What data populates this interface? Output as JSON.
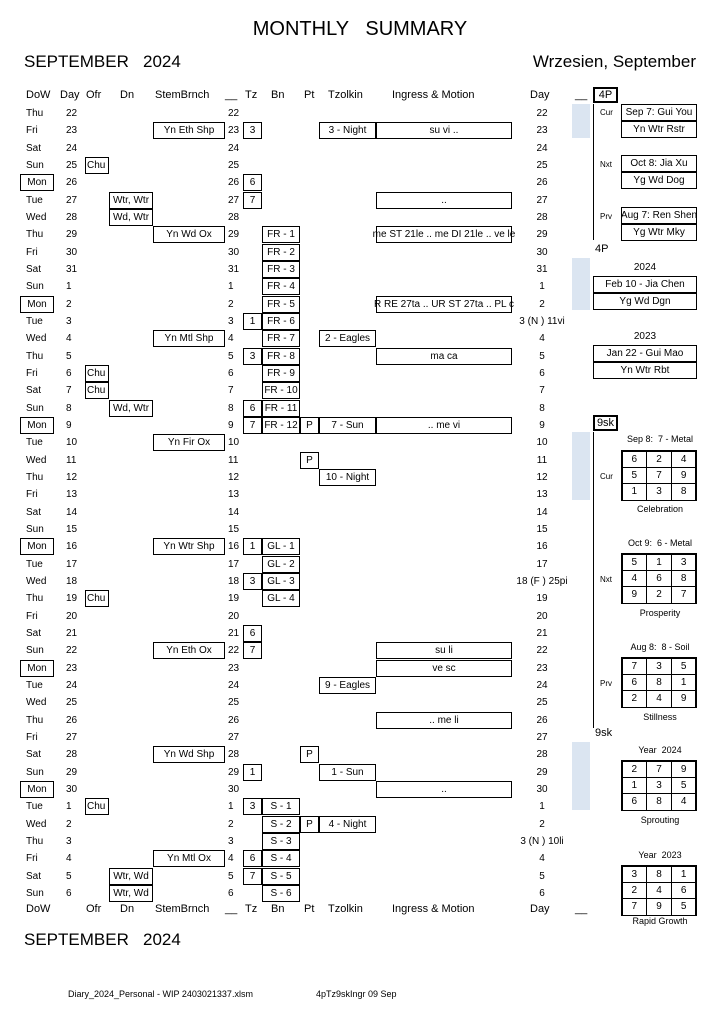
{
  "title": "MONTHLY   SUMMARY",
  "month": "SEPTEMBER   2024",
  "month_local": "Wrzesien, September",
  "headers": {
    "dow": "DoW",
    "day": "Day",
    "ofr": "Ofr",
    "dn": "Dn",
    "stem": "StemBrnch",
    "gap": "__",
    "tz": "Tz",
    "bn": "Bn",
    "pt": "Pt",
    "tzolkin": "Tzolkin",
    "ingress": "Ingress & Motion",
    "day2": "Day",
    "gap2": "__"
  },
  "footer_headers": {
    "dow": "DoW",
    "ofr": "Ofr",
    "dn": "Dn",
    "stem": "StemBrnch",
    "gap": "__",
    "tz": "Tz",
    "bn": "Bn",
    "pt": "Pt",
    "tzolkin": "Tzolkin",
    "ingress": "Ingress & Motion",
    "day2": "Day",
    "gap2": "__"
  },
  "footer_month": "SEPTEMBER   2024",
  "file_name": "Diary_2024_Personal - WIP 2403021337.xlsm",
  "sheet_code": "4pTz9skIngr 09 Sep",
  "rows": [
    {
      "dow": "Thu",
      "day": "22",
      "ofr": "",
      "dn": "",
      "stem": "",
      "col2": "22",
      "tz": "",
      "bn": "",
      "pt": "",
      "tzolkin": "",
      "ingress": "",
      "day2": "22"
    },
    {
      "dow": "Fri",
      "day": "23",
      "ofr": "",
      "dn": "",
      "stem": "Yn Eth Shp",
      "col2": "23",
      "tz": "3",
      "bn": "",
      "pt": "",
      "tzolkin": "3 - Night",
      "ingress": "su vi ..",
      "day2": "23"
    },
    {
      "dow": "Sat",
      "day": "24",
      "ofr": "",
      "dn": "",
      "stem": "",
      "col2": "24",
      "tz": "",
      "bn": "",
      "pt": "",
      "tzolkin": "",
      "ingress": "",
      "day2": "24"
    },
    {
      "dow": "Sun",
      "day": "25",
      "ofr": "Chu",
      "dn": "",
      "stem": "",
      "col2": "25",
      "tz": "",
      "bn": "",
      "pt": "",
      "tzolkin": "",
      "ingress": "",
      "day2": "25"
    },
    {
      "dow": "Mon",
      "day": "26",
      "ofr": "",
      "dn": "",
      "stem": "",
      "col2": "26",
      "tz": "6",
      "bn": "",
      "pt": "",
      "tzolkin": "",
      "ingress": "",
      "day2": "26"
    },
    {
      "dow": "Tue",
      "day": "27",
      "ofr": "",
      "dn": "Wtr, Wtr",
      "stem": "",
      "col2": "27",
      "tz": "7",
      "bn": "",
      "pt": "",
      "tzolkin": "",
      "ingress": "..",
      "day2": "27"
    },
    {
      "dow": "Wed",
      "day": "28",
      "ofr": "",
      "dn": "Wd, Wtr",
      "stem": "",
      "col2": "28",
      "tz": "",
      "bn": "",
      "pt": "",
      "tzolkin": "",
      "ingress": "",
      "day2": "28"
    },
    {
      "dow": "Thu",
      "day": "29",
      "ofr": "",
      "dn": "",
      "stem": "Yn Wd Ox",
      "col2": "29",
      "tz": "",
      "bn": "FR - 1",
      "pt": "",
      "tzolkin": "",
      "ingress": "me ST 21le .. me DI 21le .. ve le",
      "day2": "29"
    },
    {
      "dow": "Fri",
      "day": "30",
      "ofr": "",
      "dn": "",
      "stem": "",
      "col2": "30",
      "tz": "",
      "bn": "FR - 2",
      "pt": "",
      "tzolkin": "",
      "ingress": "",
      "day2": "30"
    },
    {
      "dow": "Sat",
      "day": "31",
      "ofr": "",
      "dn": "",
      "stem": "",
      "col2": "31",
      "tz": "",
      "bn": "FR - 3",
      "pt": "",
      "tzolkin": "",
      "ingress": "",
      "day2": "31"
    },
    {
      "dow": "Sun",
      "day": "1",
      "ofr": "",
      "dn": "",
      "stem": "",
      "col2": "1",
      "tz": "",
      "bn": "FR - 4",
      "pt": "",
      "tzolkin": "",
      "ingress": "",
      "day2": "1"
    },
    {
      "dow": "Mon",
      "day": "2",
      "ofr": "",
      "dn": "",
      "stem": "",
      "col2": "2",
      "tz": "",
      "bn": "FR - 5",
      "pt": "",
      "tzolkin": "",
      "ingress": "R RE 27ta .. UR ST 27ta .. PL c",
      "day2": "2"
    },
    {
      "dow": "Tue",
      "day": "3",
      "ofr": "",
      "dn": "",
      "stem": "",
      "col2": "3",
      "tz": "1",
      "bn": "FR - 6",
      "pt": "",
      "tzolkin": "",
      "ingress": "",
      "day2": "3 (N ) 11vi"
    },
    {
      "dow": "Wed",
      "day": "4",
      "ofr": "",
      "dn": "",
      "stem": "Yn Mtl Shp",
      "col2": "4",
      "tz": "",
      "bn": "FR - 7",
      "pt": "",
      "tzolkin": "2 - Eagles",
      "ingress": "",
      "day2": "4"
    },
    {
      "dow": "Thu",
      "day": "5",
      "ofr": "",
      "dn": "",
      "stem": "",
      "col2": "5",
      "tz": "3",
      "bn": "FR - 8",
      "pt": "",
      "tzolkin": "",
      "ingress": "ma ca",
      "day2": "5"
    },
    {
      "dow": "Fri",
      "day": "6",
      "ofr": "Chu",
      "dn": "",
      "stem": "",
      "col2": "6",
      "tz": "",
      "bn": "FR - 9",
      "pt": "",
      "tzolkin": "",
      "ingress": "",
      "day2": "6"
    },
    {
      "dow": "Sat",
      "day": "7",
      "ofr": "Chu",
      "dn": "",
      "stem": "",
      "col2": "7",
      "tz": "",
      "bn": "FR - 10",
      "pt": "",
      "tzolkin": "",
      "ingress": "",
      "day2": "7"
    },
    {
      "dow": "Sun",
      "day": "8",
      "ofr": "",
      "dn": "Wd, Wtr",
      "stem": "",
      "col2": "8",
      "tz": "6",
      "bn": "FR - 11",
      "pt": "",
      "tzolkin": "",
      "ingress": "",
      "day2": "8"
    },
    {
      "dow": "Mon",
      "day": "9",
      "ofr": "",
      "dn": "",
      "stem": "",
      "col2": "9",
      "tz": "7",
      "bn": "FR - 12",
      "pt": "P",
      "tzolkin": "7 - Sun",
      "ingress": ".. me vi",
      "day2": "9"
    },
    {
      "dow": "Tue",
      "day": "10",
      "ofr": "",
      "dn": "",
      "stem": "Yn Fir Ox",
      "col2": "10",
      "tz": "",
      "bn": "",
      "pt": "",
      "tzolkin": "",
      "ingress": "",
      "day2": "10"
    },
    {
      "dow": "Wed",
      "day": "11",
      "ofr": "",
      "dn": "",
      "stem": "",
      "col2": "11",
      "tz": "",
      "bn": "",
      "pt": "P",
      "tzolkin": "",
      "ingress": "",
      "day2": "11"
    },
    {
      "dow": "Thu",
      "day": "12",
      "ofr": "",
      "dn": "",
      "stem": "",
      "col2": "12",
      "tz": "",
      "bn": "",
      "pt": "",
      "tzolkin": "10 - Night",
      "ingress": "",
      "day2": "12"
    },
    {
      "dow": "Fri",
      "day": "13",
      "ofr": "",
      "dn": "",
      "stem": "",
      "col2": "13",
      "tz": "",
      "bn": "",
      "pt": "",
      "tzolkin": "",
      "ingress": "",
      "day2": "13"
    },
    {
      "dow": "Sat",
      "day": "14",
      "ofr": "",
      "dn": "",
      "stem": "",
      "col2": "14",
      "tz": "",
      "bn": "",
      "pt": "",
      "tzolkin": "",
      "ingress": "",
      "day2": "14"
    },
    {
      "dow": "Sun",
      "day": "15",
      "ofr": "",
      "dn": "",
      "stem": "",
      "col2": "15",
      "tz": "",
      "bn": "",
      "pt": "",
      "tzolkin": "",
      "ingress": "",
      "day2": "15"
    },
    {
      "dow": "Mon",
      "day": "16",
      "ofr": "",
      "dn": "",
      "stem": "Yn Wtr Shp",
      "col2": "16",
      "tz": "1",
      "bn": "GL - 1",
      "pt": "",
      "tzolkin": "",
      "ingress": "",
      "day2": "16"
    },
    {
      "dow": "Tue",
      "day": "17",
      "ofr": "",
      "dn": "",
      "stem": "",
      "col2": "17",
      "tz": "",
      "bn": "GL - 2",
      "pt": "",
      "tzolkin": "",
      "ingress": "",
      "day2": "17"
    },
    {
      "dow": "Wed",
      "day": "18",
      "ofr": "",
      "dn": "",
      "stem": "",
      "col2": "18",
      "tz": "3",
      "bn": "GL - 3",
      "pt": "",
      "tzolkin": "",
      "ingress": "",
      "day2": "18 (F ) 25pi"
    },
    {
      "dow": "Thu",
      "day": "19",
      "ofr": "Chu",
      "dn": "",
      "stem": "",
      "col2": "19",
      "tz": "",
      "bn": "GL - 4",
      "pt": "",
      "tzolkin": "",
      "ingress": "",
      "day2": "19"
    },
    {
      "dow": "Fri",
      "day": "20",
      "ofr": "",
      "dn": "",
      "stem": "",
      "col2": "20",
      "tz": "",
      "bn": "",
      "pt": "",
      "tzolkin": "",
      "ingress": "",
      "day2": "20"
    },
    {
      "dow": "Sat",
      "day": "21",
      "ofr": "",
      "dn": "",
      "stem": "",
      "col2": "21",
      "tz": "6",
      "bn": "",
      "pt": "",
      "tzolkin": "",
      "ingress": "",
      "day2": "21"
    },
    {
      "dow": "Sun",
      "day": "22",
      "ofr": "",
      "dn": "",
      "stem": "Yn Eth Ox",
      "col2": "22",
      "tz": "7",
      "bn": "",
      "pt": "",
      "tzolkin": "",
      "ingress": "su li",
      "day2": "22"
    },
    {
      "dow": "Mon",
      "day": "23",
      "ofr": "",
      "dn": "",
      "stem": "",
      "col2": "23",
      "tz": "",
      "bn": "",
      "pt": "",
      "tzolkin": "",
      "ingress": "ve sc",
      "day2": "23"
    },
    {
      "dow": "Tue",
      "day": "24",
      "ofr": "",
      "dn": "",
      "stem": "",
      "col2": "24",
      "tz": "",
      "bn": "",
      "pt": "",
      "tzolkin": "9 - Eagles",
      "ingress": "",
      "day2": "24"
    },
    {
      "dow": "Wed",
      "day": "25",
      "ofr": "",
      "dn": "",
      "stem": "",
      "col2": "25",
      "tz": "",
      "bn": "",
      "pt": "",
      "tzolkin": "",
      "ingress": "",
      "day2": "25"
    },
    {
      "dow": "Thu",
      "day": "26",
      "ofr": "",
      "dn": "",
      "stem": "",
      "col2": "26",
      "tz": "",
      "bn": "",
      "pt": "",
      "tzolkin": "",
      "ingress": ".. me li",
      "day2": "26"
    },
    {
      "dow": "Fri",
      "day": "27",
      "ofr": "",
      "dn": "",
      "stem": "",
      "col2": "27",
      "tz": "",
      "bn": "",
      "pt": "",
      "tzolkin": "",
      "ingress": "",
      "day2": "27"
    },
    {
      "dow": "Sat",
      "day": "28",
      "ofr": "",
      "dn": "",
      "stem": "Yn Wd Shp",
      "col2": "28",
      "tz": "",
      "bn": "",
      "pt": "P",
      "tzolkin": "",
      "ingress": "",
      "day2": "28"
    },
    {
      "dow": "Sun",
      "day": "29",
      "ofr": "",
      "dn": "",
      "stem": "",
      "col2": "29",
      "tz": "1",
      "bn": "",
      "pt": "",
      "tzolkin": "1 - Sun",
      "ingress": "",
      "day2": "29"
    },
    {
      "dow": "Mon",
      "day": "30",
      "ofr": "",
      "dn": "",
      "stem": "",
      "col2": "30",
      "tz": "",
      "bn": "",
      "pt": "",
      "tzolkin": "",
      "ingress": "..",
      "day2": "30"
    },
    {
      "dow": "Tue",
      "day": "1",
      "ofr": "Chu",
      "dn": "",
      "stem": "",
      "col2": "1",
      "tz": "3",
      "bn": "S - 1",
      "pt": "",
      "tzolkin": "",
      "ingress": "",
      "day2": "1"
    },
    {
      "dow": "Wed",
      "day": "2",
      "ofr": "",
      "dn": "",
      "stem": "",
      "col2": "2",
      "tz": "",
      "bn": "S - 2",
      "pt": "P",
      "tzolkin": "4 - Night",
      "ingress": "",
      "day2": "2"
    },
    {
      "dow": "Thu",
      "day": "3",
      "ofr": "",
      "dn": "",
      "stem": "",
      "col2": "3",
      "tz": "",
      "bn": "S - 3",
      "pt": "",
      "tzolkin": "",
      "ingress": "",
      "day2": "3 (N ) 10li"
    },
    {
      "dow": "Fri",
      "day": "4",
      "ofr": "",
      "dn": "",
      "stem": "Yn Mtl Ox",
      "col2": "4",
      "tz": "6",
      "bn": "S - 4",
      "pt": "",
      "tzolkin": "",
      "ingress": "",
      "day2": "4"
    },
    {
      "dow": "Sat",
      "day": "5",
      "ofr": "",
      "dn": "Wtr, Wd",
      "stem": "",
      "col2": "5",
      "tz": "7",
      "bn": "S - 5",
      "pt": "",
      "tzolkin": "",
      "ingress": "",
      "day2": "5"
    },
    {
      "dow": "Sun",
      "day": "6",
      "ofr": "",
      "dn": "Wtr, Wd",
      "stem": "",
      "col2": "6",
      "tz": "",
      "bn": "S - 6",
      "pt": "",
      "tzolkin": "",
      "ingress": "",
      "day2": "6"
    }
  ],
  "side": {
    "p4_label": "4P",
    "p4_label2": "4P",
    "cur_label": "Cur",
    "nxt_label": "Nxt",
    "prv_label": "Prv",
    "cur_line1": "Sep 7: Gui You",
    "cur_line2": "Yn Wtr Rstr",
    "nxt_line1": "Oct 8: Jia Xu",
    "nxt_line2": "Yg Wd Dog",
    "prv_line1": "Aug 7: Ren Shen",
    "prv_line2": "Yg Wtr Mky",
    "y2024": "2024",
    "y2024_line1": "Feb 10 - Jia Chen",
    "y2024_line2": "Yg Wd Dgn",
    "y2023": "2023",
    "y2023_line1": "Jan 22 - Gui Mao",
    "y2023_line2": "Yn Wtr Rbt",
    "sk_label": "9sk",
    "sk_label2": "9sk",
    "sq_cur_title": "Sep 8:  7 - Metal",
    "sq_cur": [
      "6",
      "2",
      "4",
      "5",
      "7",
      "9",
      "1",
      "3",
      "8"
    ],
    "sq_cur_caption": "Celebration",
    "sq_nxt_title": "Oct 9:  6 - Metal",
    "sq_nxt": [
      "5",
      "1",
      "3",
      "4",
      "6",
      "8",
      "9",
      "2",
      "7"
    ],
    "sq_nxt_caption": "Prosperity",
    "sq_prv_title": "Aug 8:  8 - Soil",
    "sq_prv": [
      "7",
      "3",
      "5",
      "6",
      "8",
      "1",
      "2",
      "4",
      "9"
    ],
    "sq_prv_caption": "Stillness",
    "sq_y24_title": "Year  2024",
    "sq_y24": [
      "2",
      "7",
      "9",
      "1",
      "3",
      "5",
      "6",
      "8",
      "4"
    ],
    "sq_y24_caption": "Sprouting",
    "sq_y23_title": "Year  2023",
    "sq_y23": [
      "3",
      "8",
      "1",
      "2",
      "4",
      "6",
      "7",
      "9",
      "5"
    ],
    "sq_y23_caption": "Rapid Growth"
  }
}
